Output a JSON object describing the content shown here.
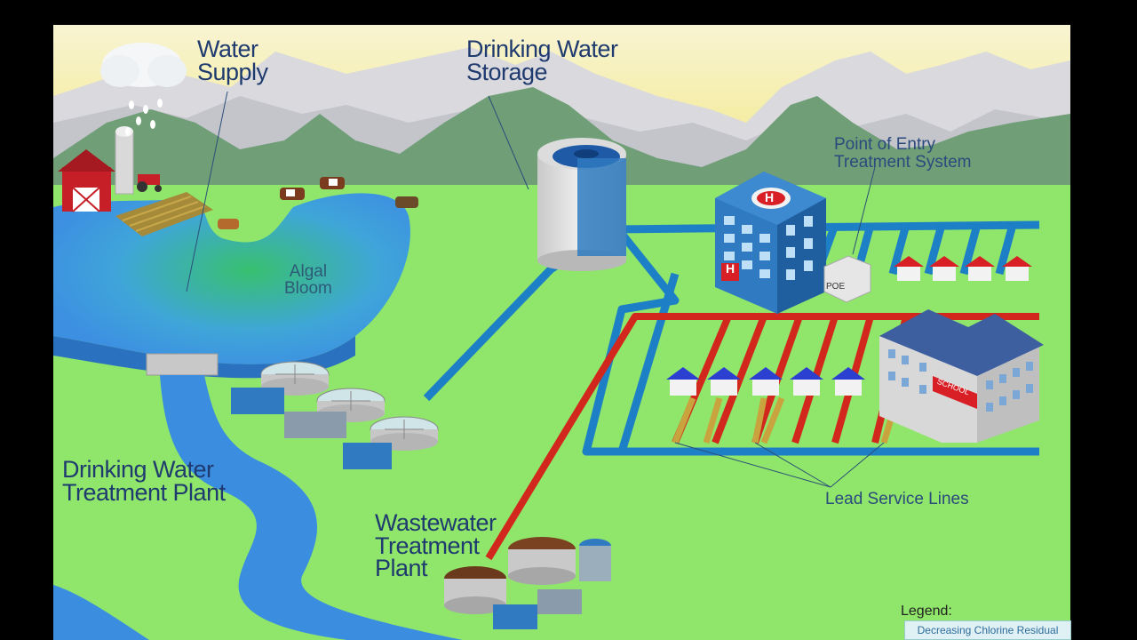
{
  "labels": {
    "water_supply": [
      "Water",
      "Supply"
    ],
    "drinking_water_storage": [
      "Drinking Water",
      "Storage"
    ],
    "point_of_entry": [
      "Point of Entry",
      "Treatment System"
    ],
    "algal_bloom": [
      "Algal",
      "Bloom"
    ],
    "drinking_water_treatment_plant": [
      "Drinking Water",
      "Treatment Plant"
    ],
    "wastewater_treatment_plant": [
      "Wastewater",
      "Treatment",
      "Plant"
    ],
    "lead_service_lines": "Lead Service Lines",
    "poe_box": "POE",
    "hospital_sign": "H",
    "school_sign": "SCHOOL"
  },
  "legend": {
    "title": "Legend:",
    "item": "Decreasing Chlorine Residual"
  },
  "colors": {
    "sky_top": "#f7f3c8",
    "sky_bottom": "#f3ea86",
    "grass": "#8fe66a",
    "water": "#3e8fe0",
    "main_pipe": "#1d7fc6",
    "red_pipe": "#d2271c",
    "lead_line": "#c9a43e",
    "building_blue": "#2f7ac0",
    "roof_red": "#d81f26",
    "roof_blue": "#2b3fd0"
  }
}
